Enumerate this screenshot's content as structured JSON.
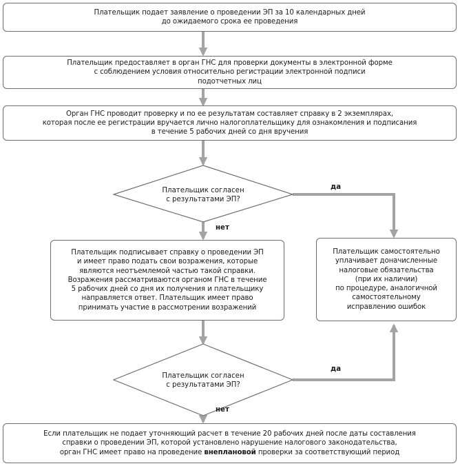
{
  "steps": {
    "submit": "Плательщик подает заявление о проведении ЭП за 10 календарных дней\nдо ожидаемого срока ее проведения",
    "provide_docs": "Плательщик предоставляет в орган ГНС для проверки документы в электронной форме\nс соблюдением условия относительно регистрации электронной подписи\nподотчетных лиц",
    "check": "Орган ГНС проводит проверку и по ее результатам составляет справку в 2 экземплярах,\nкоторая после ее регистрации вручается лично налогоплательщику для ознакомления и подписания\nв течение 5 рабочих дней со дня вручения",
    "sign_objections": "Плательщик подписывает справку о проведении ЭП\nи имеет право подать свои возражения, которые\nявляются неотъемлемой частью такой справки.\nВозражения рассматриваются органом ГНС в течение\n5 рабочих дней со дня их получения и плательщику\nнаправляется ответ. Плательщик имеет право\nпринимать участие в рассмотрении возражений",
    "self_pay": "Плательщик самостоятельно\nуплачивает доначисленные\nналоговые обязательства\n(при их наличии)\nпо процедуре, аналогичной\nсамостоятельному\nисправлению ошибок",
    "final_before": "Если плательщик не подает уточняющий расчет в течение 20 рабочих дней после даты составления\nсправки о проведении ЭП, которой установлено нарушение налогового законодательства,\nорган ГНС имеет право на проведение ",
    "final_bold": "внеплановой",
    "final_after": " проверки за соответствующий период"
  },
  "decisions": {
    "first": "Плательщик согласен\nс результатами ЭП?",
    "second": "Плательщик согласен\nс результатами ЭП?"
  },
  "labels": {
    "yes_1": "да",
    "no_1": "нет",
    "yes_2": "да",
    "no_2": "нет"
  },
  "colors": {
    "connector": "#a3a3a3",
    "border": "#6e6e6e",
    "text": "#1a1a1a"
  }
}
